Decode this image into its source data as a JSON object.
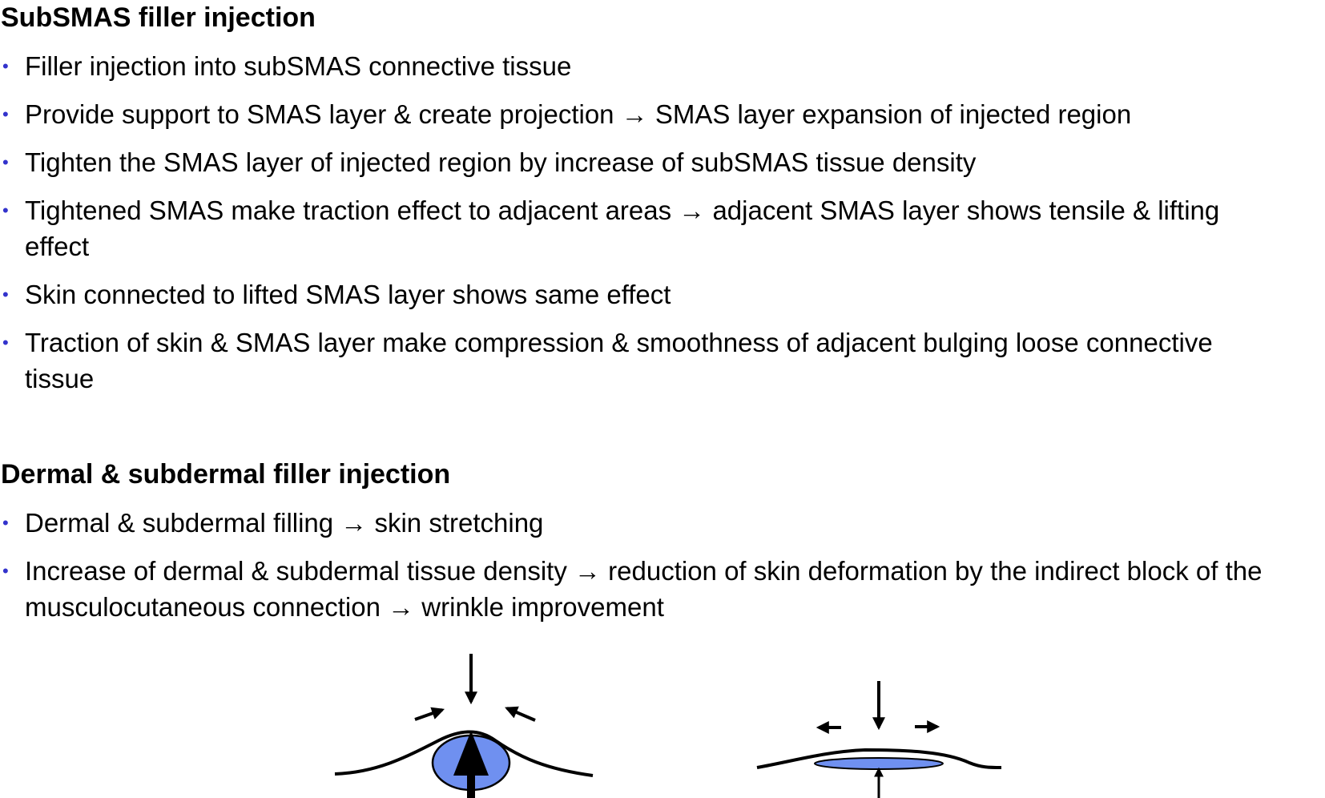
{
  "colors": {
    "bullet": "#3333cc",
    "filler_fill": "#6f90f0",
    "text": "#000000"
  },
  "subsmas": {
    "heading": "SubSMAS filler injection",
    "bullets": [
      "Filler injection into subSMAS connective tissue",
      "Provide support to SMAS layer & create projection → SMAS layer expansion of injected region",
      "Tighten the SMAS layer of injected region by increase of subSMAS tissue density",
      "Tightened SMAS make traction effect to adjacent areas → adjacent SMAS layer shows tensile & lifting effect",
      "Skin connected to lifted SMAS layer shows same effect",
      "Traction of skin & SMAS layer make compression & smoothness of adjacent bulging loose connective tissue"
    ]
  },
  "dermal": {
    "heading": "Dermal & subdermal filler injection",
    "bullets": [
      "Dermal & subdermal filling → skin stretching",
      "Increase of dermal & subdermal tissue density → reduction of skin deformation by the indirect block of the musculocutaneous connection → wrinkle improvement"
    ]
  },
  "diagram": {
    "icons": [
      "subsmas-bulge-diagram",
      "dermal-flat-diagram"
    ]
  }
}
